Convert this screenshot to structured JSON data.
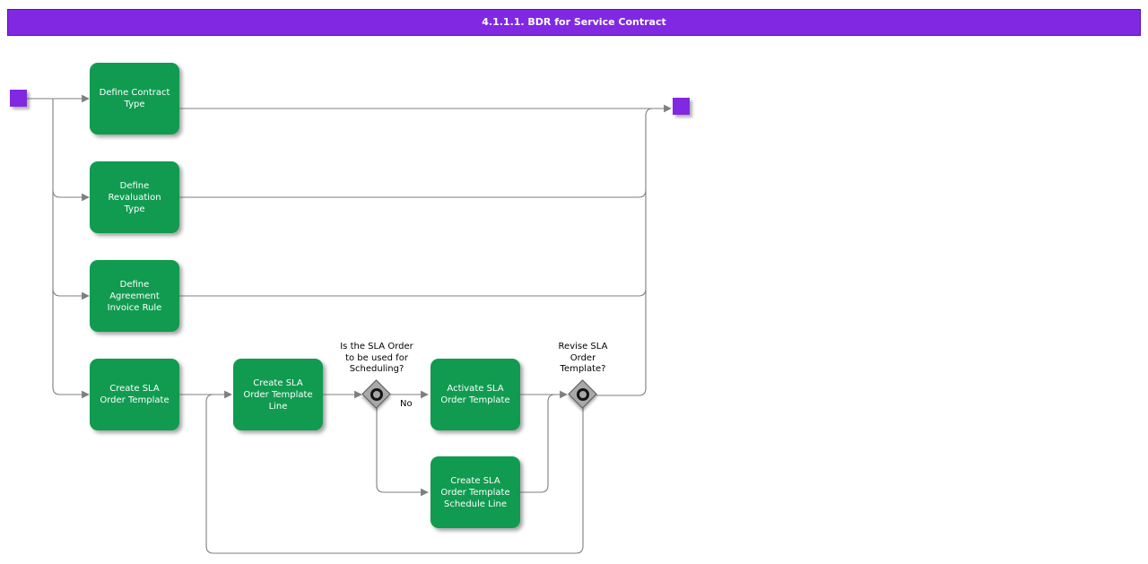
{
  "title": "4.1.1.1. BDR for Service Contract",
  "colors": {
    "purple": "#8128e2",
    "green": "#109b50",
    "line": "#7f7f7f",
    "diamond": "#a8a8a8"
  },
  "nodes": {
    "start": {
      "type": "start-event"
    },
    "end": {
      "type": "end-event"
    },
    "defineContractType": {
      "label": "Define Contract\nType"
    },
    "defineRevaluationType": {
      "label": "Define\nRevaluation\nType"
    },
    "defineAgreementInvoiceRule": {
      "label": "Define\nAgreement\nInvoice Rule"
    },
    "createSlaOrderTemplate": {
      "label": "Create SLA\nOrder Template"
    },
    "createSlaOrderTemplateLine": {
      "label": "Create SLA\nOrder Template\nLine"
    },
    "activateSlaOrderTemplate": {
      "label": "Activate SLA\nOrder Template"
    },
    "createSlaOrderTemplateScheduleLine": {
      "label": "Create SLA\nOrder Template\nSchedule Line"
    }
  },
  "decisions": {
    "scheduling": {
      "question": "Is the SLA Order\nto be used for\nScheduling?"
    },
    "revise": {
      "question": "Revise SLA\nOrder\nTemplate?"
    }
  },
  "edge_labels": {
    "no": "No"
  }
}
